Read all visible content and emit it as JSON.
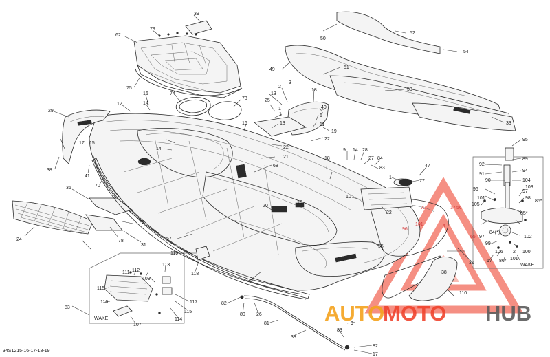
{
  "drawing_number": "34S1215-16-17-18-19",
  "inset_notes": {
    "top_right": "WAKE",
    "bottom_left": "WAKE"
  },
  "watermark": {
    "part1": "AUTO",
    "part2": "MOTO",
    "part3": "HUB"
  },
  "colors": {
    "watermark_orange": "#f4a31e",
    "watermark_red": "#f0442e",
    "watermark_grey": "#5c5c5c",
    "triangle": "#f26a5a"
  },
  "callouts": [
    "39",
    "79",
    "62",
    "75",
    "74",
    "73",
    "16",
    "14",
    "12",
    "29",
    "17",
    "15",
    "38",
    "41",
    "70",
    "36",
    "24",
    "78",
    "31",
    "70",
    "2",
    "3",
    "18",
    "13",
    "25",
    "1",
    "40",
    "6",
    "11",
    "19",
    "22",
    "13",
    "16",
    "14",
    "22",
    "21",
    "68",
    "9",
    "14",
    "28",
    "27",
    "84",
    "83",
    "18",
    "47",
    "77",
    "1",
    "10",
    "22",
    "20",
    "57",
    "55",
    "119",
    "118",
    "35",
    "50",
    "52",
    "49",
    "54",
    "51",
    "53",
    "33",
    "95",
    "89",
    "92",
    "91",
    "94",
    "90",
    "104",
    "103",
    "96",
    "97",
    "98",
    "101",
    "105",
    "84(*)",
    "85*",
    "86*",
    "102",
    "106",
    "99",
    "100",
    "86*",
    "101",
    "17",
    "38",
    "30",
    "110",
    "113",
    "112",
    "111",
    "109",
    "115",
    "116",
    "117",
    "115",
    "114",
    "107",
    "83",
    "82",
    "80",
    "26",
    "81",
    "38",
    "83",
    "82",
    "17",
    "9",
    "17",
    "4",
    "72",
    "101",
    "56",
    "65",
    "96",
    "97",
    "2",
    "1",
    "16"
  ]
}
